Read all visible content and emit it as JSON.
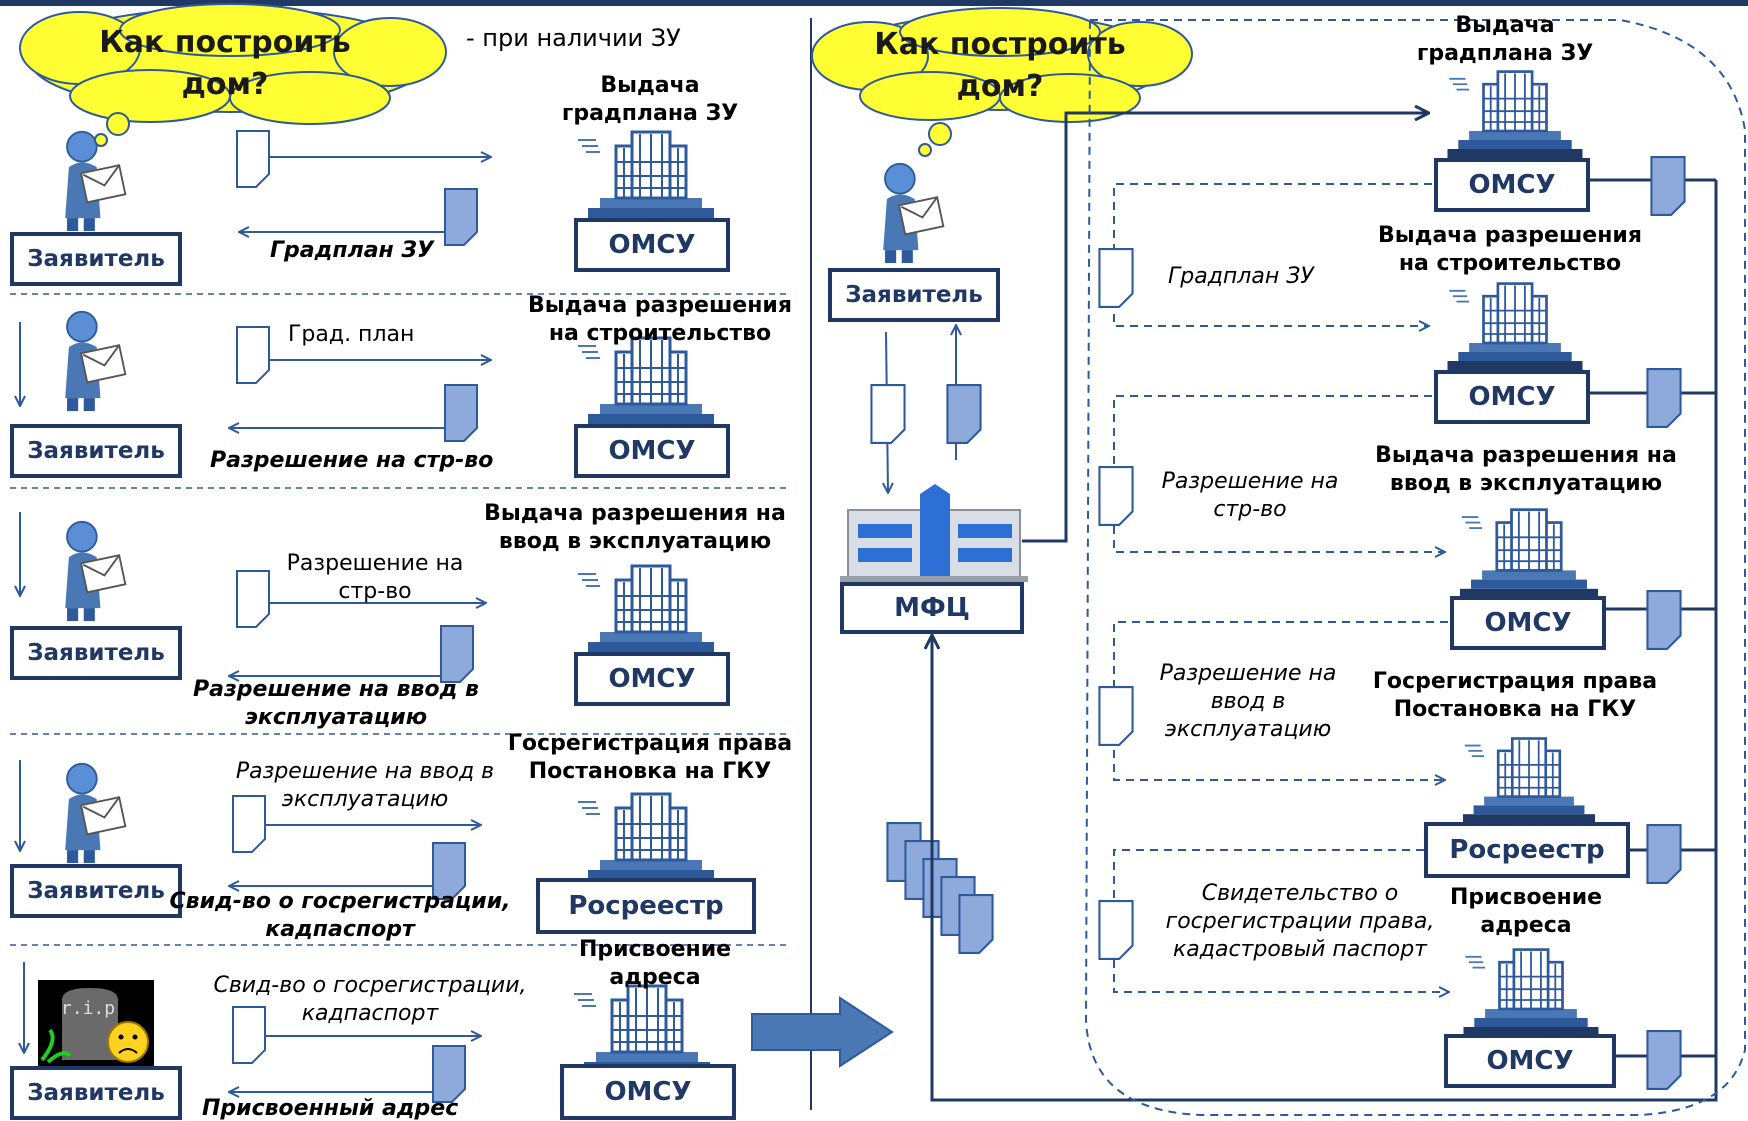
{
  "topbar_color": "#1f3864",
  "colors": {
    "box_border": "#1f3864",
    "doc_fill": "#8eaadb",
    "line": "#2e5a9c",
    "cloud": "#ffff33",
    "arrow_big": "#4a78b5"
  },
  "left": {
    "cloud_text": "Как построить дом?",
    "note": "- при наличии ЗУ",
    "rows": [
      {
        "applicant": "Заявитель",
        "service": "Выдача градплана ЗУ",
        "office": "ОМСУ",
        "send_doc": "",
        "return_doc": "Градплан ЗУ"
      },
      {
        "applicant": "Заявитель",
        "service": "Выдача разрешения на строительство",
        "office": "ОМСУ",
        "send_doc": "Град. план",
        "return_doc": "Разрешение на стр-во"
      },
      {
        "applicant": "Заявитель",
        "service": "Выдача разрешения на ввод в эксплуатацию",
        "office": "ОМСУ",
        "send_doc": "Разрешение на стр-во",
        "return_doc": "Разрешение на ввод в эксплуатацию"
      },
      {
        "applicant": "Заявитель",
        "service": "Госрегистрация права Постановка на ГКУ",
        "office": "Росреестр",
        "send_doc": "Разрешение на ввод в эксплуатацию",
        "return_doc": "Свид-во о госрегистрации, кадпаспорт"
      },
      {
        "applicant": "Заявитель",
        "service": "Присвоение адреса",
        "office": "ОМСУ",
        "send_doc": "Свид-во о госрегистрации, кадпаспорт",
        "return_doc": "Присвоенный адрес"
      }
    ]
  },
  "right": {
    "cloud_text": "Как построить дом?",
    "applicant": "Заявитель",
    "mfc": "МФЦ",
    "services": [
      {
        "service": "Выдача градплана ЗУ",
        "office": "ОМСУ",
        "doc": ""
      },
      {
        "service": "Выдача разрешения на строительство",
        "office": "ОМСУ",
        "doc": "Градплан ЗУ"
      },
      {
        "service": "Выдача разрешения на ввод в эксплуатацию",
        "office": "ОМСУ",
        "doc": "Разрешение на стр-во"
      },
      {
        "service": "Госрегистрация права Постановка на ГКУ",
        "office": "Росреестр",
        "doc": "Разрешение на ввод в эксплуатацию"
      },
      {
        "service": "Присвоение адреса",
        "office": "ОМСУ",
        "doc": "Свидетельство о госрегистрации права, кадастровый паспорт"
      }
    ]
  }
}
